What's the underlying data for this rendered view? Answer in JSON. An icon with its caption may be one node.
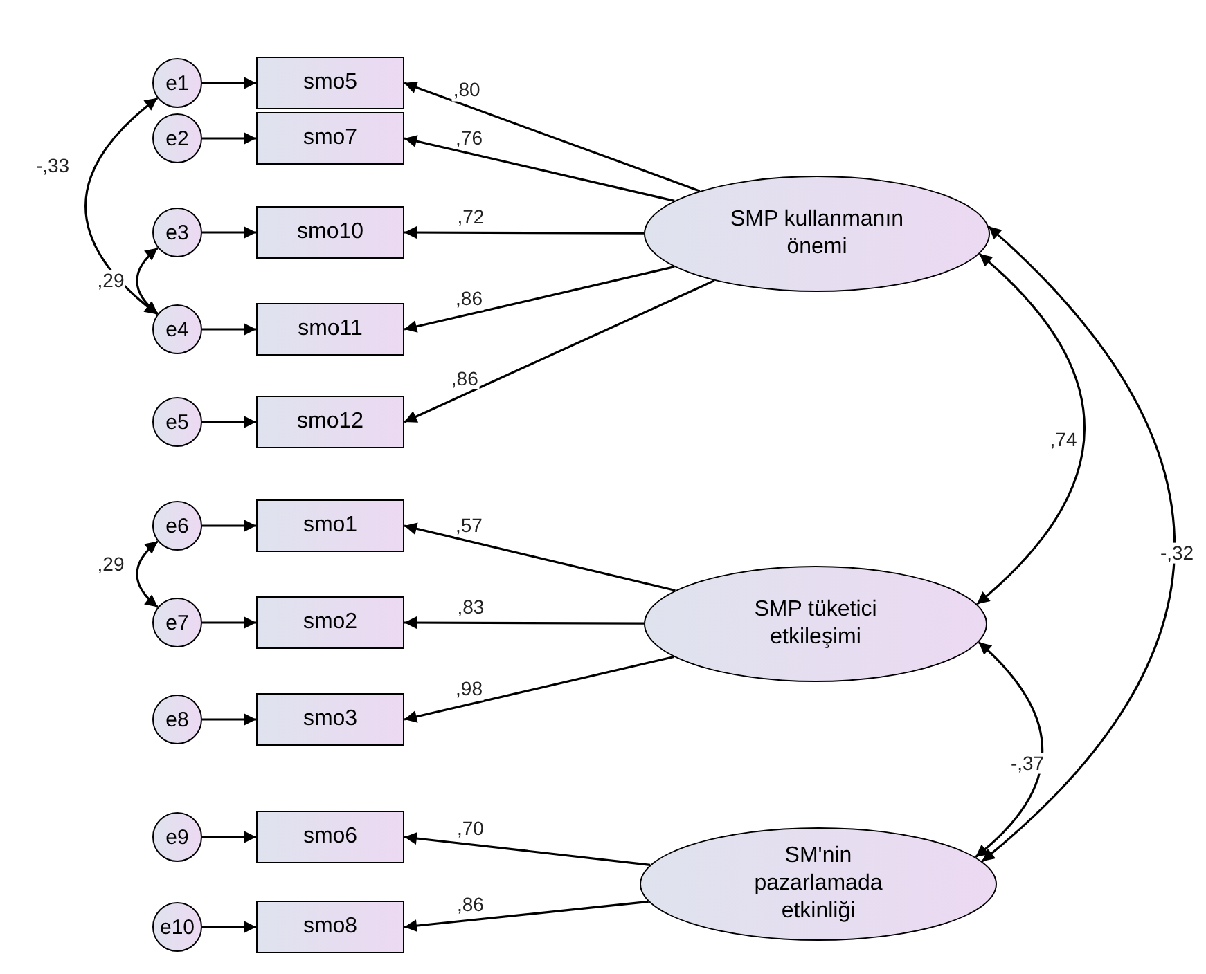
{
  "diagram": {
    "nodes": [
      {
        "text": [
          "e1"
        ]
      },
      {
        "text": [
          "e2"
        ]
      },
      {
        "text": [
          "e3"
        ]
      },
      {
        "text": [
          "e4"
        ]
      },
      {
        "text": [
          "e5"
        ]
      },
      {
        "text": [
          "e6"
        ]
      },
      {
        "text": [
          "e7"
        ]
      },
      {
        "text": [
          "e8"
        ]
      },
      {
        "text": [
          "e9"
        ]
      },
      {
        "text": [
          "e10"
        ]
      },
      {
        "text": [
          "smo5"
        ]
      },
      {
        "text": [
          "smo7"
        ]
      },
      {
        "text": [
          "smo10"
        ]
      },
      {
        "text": [
          "smo11"
        ]
      },
      {
        "text": [
          "smo12"
        ]
      },
      {
        "text": [
          "smo1"
        ]
      },
      {
        "text": [
          "smo2"
        ]
      },
      {
        "text": [
          "smo3"
        ]
      },
      {
        "text": [
          "smo6"
        ]
      },
      {
        "text": [
          "smo8"
        ]
      },
      {
        "text": [
          "SMP kullanmanın önemi"
        ]
      },
      {
        "text": [
          "SMP tüketici etkileşimi"
        ]
      },
      {
        "text": [
          "SM'nin pazarlamada etkinliği"
        ]
      }
    ],
    "edges": [
      {
        "from": 0,
        "to": 10,
        "arrow": "to"
      },
      {
        "from": 1,
        "to": 11,
        "arrow": "to"
      },
      {
        "from": 2,
        "to": 12,
        "arrow": "to"
      },
      {
        "from": 3,
        "to": 13,
        "arrow": "to"
      },
      {
        "from": 4,
        "to": 14,
        "arrow": "to"
      },
      {
        "from": 5,
        "to": 15,
        "arrow": "to"
      },
      {
        "from": 6,
        "to": 16,
        "arrow": "to"
      },
      {
        "from": 7,
        "to": 17,
        "arrow": "to"
      },
      {
        "from": 8,
        "to": 18,
        "arrow": "to"
      },
      {
        "from": 9,
        "to": 19,
        "arrow": "to"
      },
      {
        "from": 20,
        "to": 10,
        "arrow": "to",
        "label": ",80"
      },
      {
        "from": 20,
        "to": 11,
        "arrow": "to",
        "label": ",76"
      },
      {
        "from": 20,
        "to": 12,
        "arrow": "to",
        "label": ",72"
      },
      {
        "from": 20,
        "to": 13,
        "arrow": "to",
        "label": ",86"
      },
      {
        "from": 20,
        "to": 14,
        "arrow": "to",
        "label": ",86"
      },
      {
        "from": 21,
        "to": 15,
        "arrow": "to",
        "label": ",57"
      },
      {
        "from": 21,
        "to": 16,
        "arrow": "to",
        "label": ",83"
      },
      {
        "from": 21,
        "to": 17,
        "arrow": "to",
        "label": ",98"
      },
      {
        "from": 22,
        "to": 18,
        "arrow": "to",
        "label": ",70"
      },
      {
        "from": 22,
        "to": 19,
        "arrow": "to",
        "label": ",86"
      },
      {
        "from": 0,
        "to": 3,
        "arrow": "both",
        "label": "-,33"
      },
      {
        "from": 2,
        "to": 3,
        "arrow": "both",
        "label": ",29"
      },
      {
        "from": 5,
        "to": 6,
        "arrow": "both",
        "label": ",29"
      },
      {
        "from": 20,
        "to": 21,
        "arrow": "both",
        "label": ",74"
      },
      {
        "from": 21,
        "to": 22,
        "arrow": "both",
        "label": "-,37"
      },
      {
        "from": 20,
        "to": 22,
        "arrow": "both",
        "label": "-,32"
      }
    ]
  }
}
